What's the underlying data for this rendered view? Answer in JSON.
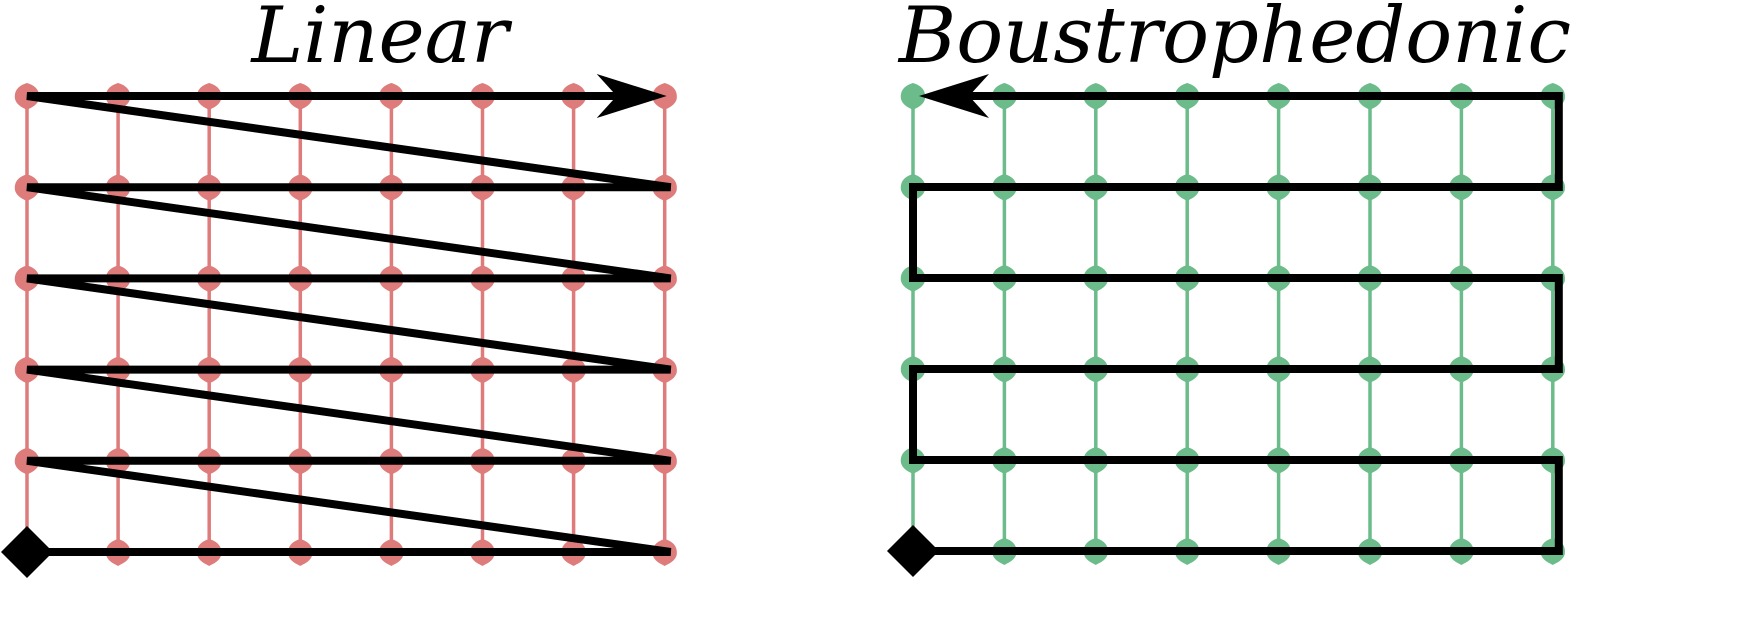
{
  "panels": [
    {
      "id": "linear",
      "title": "Linear",
      "grid_color": "#de7b7b",
      "cols": 8,
      "rows": 6,
      "traversal": "linear",
      "start_corner": "bottom-left",
      "end_arrow": "top-right"
    },
    {
      "id": "boustrophedonic",
      "title": "Boustrophedonic",
      "grid_color": "#6cbb8a",
      "cols": 8,
      "rows": 6,
      "traversal": "boustrophedonic",
      "start_corner": "bottom-left",
      "end_arrow": "top-left"
    }
  ],
  "colors": {
    "path": "#000000",
    "background": "#ffffff"
  }
}
